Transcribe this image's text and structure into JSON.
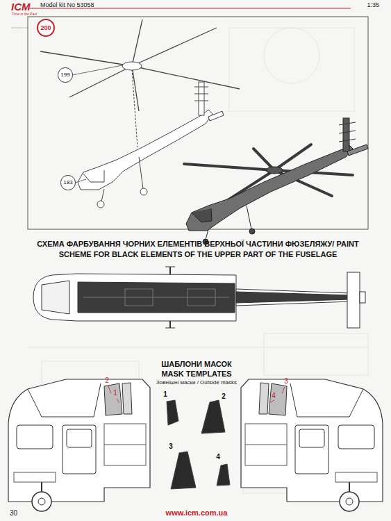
{
  "diagram": {
    "title": "СХЕМА ФАРБУВАННЯ ЧОРНИХ ЕЛЕМЕНТІВ ВЕРХНЬОЇ ЧАСТИНИ ФЮЗЕЛЯЖУ/ PAINT SCHEME FOR BLACK ELEMENTS OF THE UPPER PART OF THE FUSELAGE",
    "nodes": [
      {
        "text": [
          "200"
        ]
      },
      {
        "text": [
          "199"
        ]
      },
      {
        "text": [
          "183"
        ]
      }
    ],
    "edges": [],
    "labels": [
      "ICM",
      "Time in the Past",
      "Model kit No 53058",
      "1:35",
      "ШАБЛОНИ МАСОК",
      "MASK TEMPLATES",
      "Зовнішні маски / Outside masks",
      "1",
      "2",
      "3",
      "4",
      "2",
      "1",
      "3",
      "4",
      "30",
      "www.icm.com.ua"
    ]
  }
}
